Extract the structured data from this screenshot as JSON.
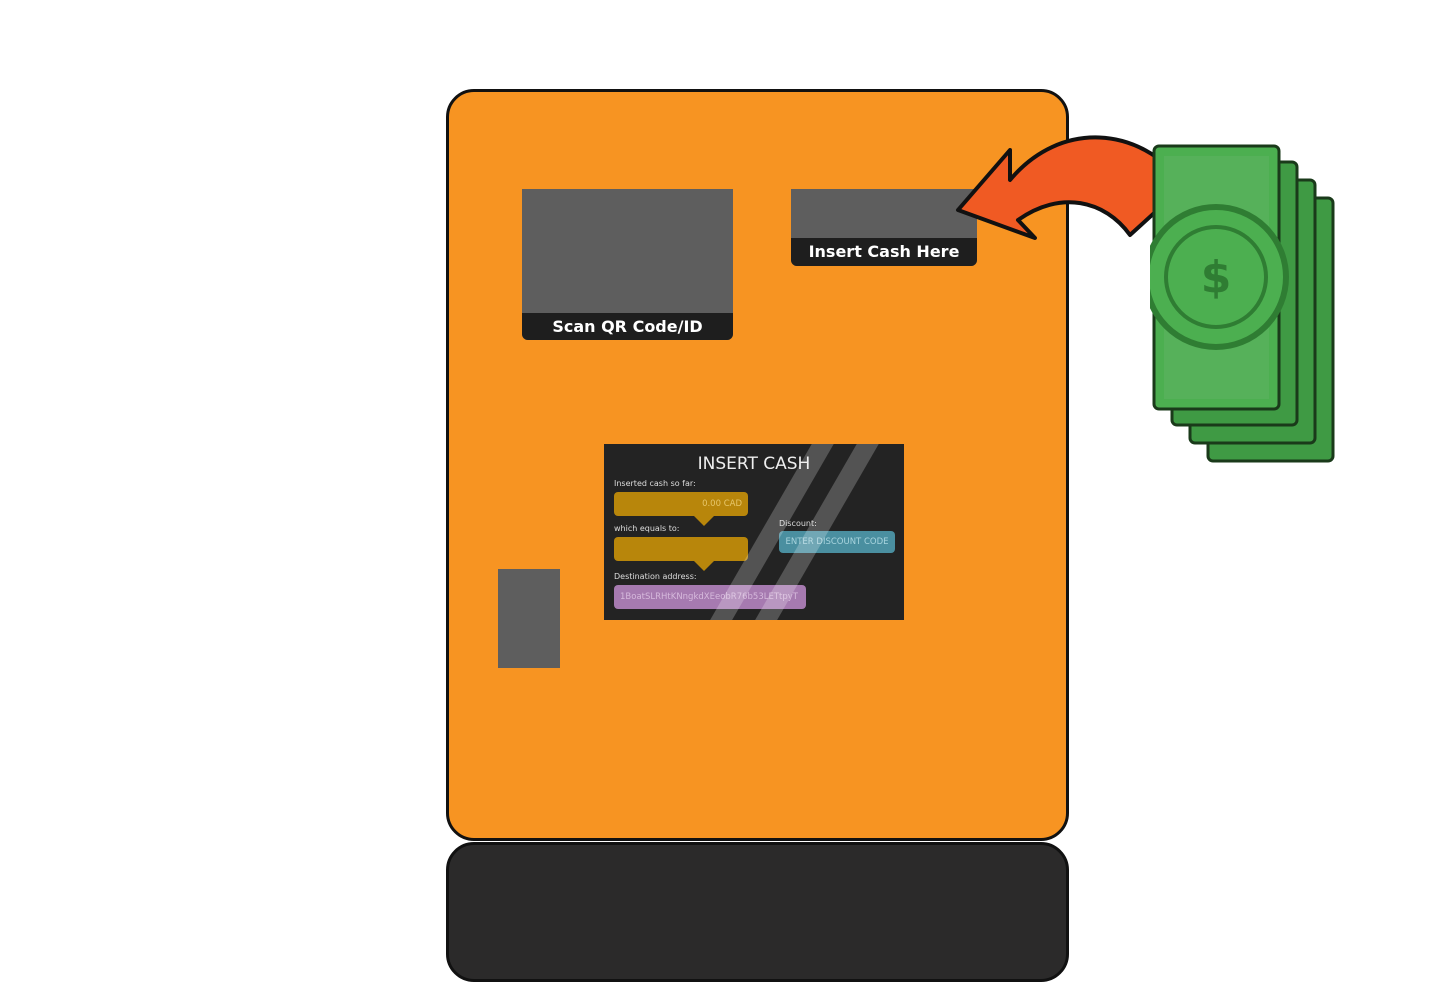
{
  "machine": {
    "qr_label": "Scan QR Code/ID",
    "cash_label": "Insert Cash Here"
  },
  "screen": {
    "title": "INSERT CASH",
    "inserted_label": "Inserted cash so far:",
    "inserted_value": "0.00 CAD",
    "equals_label": "which equals to:",
    "equals_value": "",
    "discount_label": "Discount:",
    "discount_button": "ENTER DISCOUNT CODE",
    "destination_label": "Destination address:",
    "destination_value": "1BoatSLRHtKNngkdXEeobR76b53LETtpyT"
  },
  "colors": {
    "machine": "#f79422",
    "arrow": "#f05a23",
    "money": "#4caf50"
  }
}
